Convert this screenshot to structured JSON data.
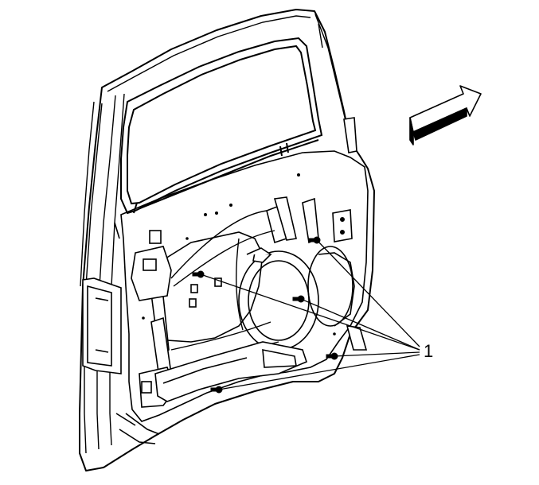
{
  "diagram": {
    "callout": {
      "number": "1",
      "count": 5
    },
    "direction_arrow": {
      "meaning": "front-of-vehicle",
      "icon": "forward-arrow-icon"
    },
    "colors": {
      "line": "#000000",
      "fill": "#ffffff",
      "shade": "#000000"
    }
  }
}
